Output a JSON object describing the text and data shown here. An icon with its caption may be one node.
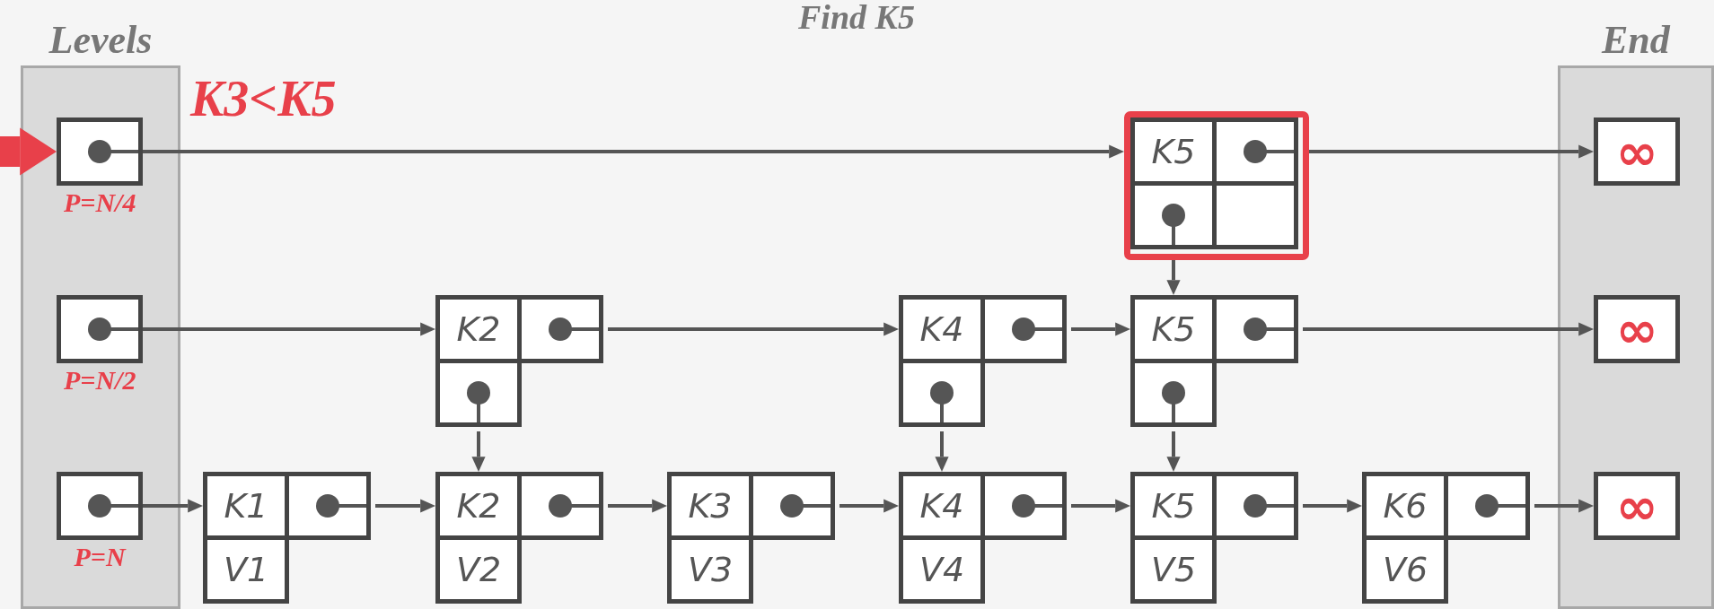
{
  "diagram": {
    "title": "Find K5",
    "nodes": [
      {
        "text": [
          "Levels"
        ]
      },
      {
        "text": [],
        "shape": "box",
        "in": 0,
        "beside": [
          "P=N/4"
        ]
      },
      {
        "text": [],
        "shape": "box",
        "in": 0,
        "beside": [
          "P=N/2"
        ]
      },
      {
        "text": [],
        "shape": "box",
        "in": 0,
        "beside": [
          "P=N"
        ]
      },
      {
        "text": [
          "K5"
        ]
      },
      {
        "text": [
          "K2"
        ]
      },
      {
        "text": [
          "K4"
        ]
      },
      {
        "text": [
          "K5"
        ]
      },
      {
        "text": [
          "K1",
          "V1"
        ]
      },
      {
        "text": [
          "K2",
          "V2"
        ]
      },
      {
        "text": [
          "K3",
          "V3"
        ]
      },
      {
        "text": [
          "K4",
          "V4"
        ]
      },
      {
        "text": [
          "K5",
          "V5"
        ]
      },
      {
        "text": [
          "K6",
          "V6"
        ]
      },
      {
        "text": [
          "End"
        ]
      },
      {
        "text": [
          "∞"
        ],
        "in": 14
      },
      {
        "text": [
          "∞"
        ],
        "in": 14
      },
      {
        "text": [
          "∞"
        ],
        "in": 14
      }
    ],
    "edges": [
      {
        "from": null,
        "to": 1,
        "arrow": "to",
        "style": "thick",
        "color": "#e8404a"
      },
      {
        "from": 1,
        "to": 4,
        "arrow": "to"
      },
      {
        "from": 4,
        "to": 15,
        "arrow": "to"
      },
      {
        "from": 4,
        "to": 7,
        "arrow": "to"
      },
      {
        "from": 2,
        "to": 5,
        "arrow": "to"
      },
      {
        "from": 5,
        "to": 6,
        "arrow": "to"
      },
      {
        "from": 6,
        "to": 7,
        "arrow": "to"
      },
      {
        "from": 7,
        "to": 16,
        "arrow": "to"
      },
      {
        "from": 5,
        "to": 9,
        "arrow": "to"
      },
      {
        "from": 6,
        "to": 11,
        "arrow": "to"
      },
      {
        "from": 7,
        "to": 12,
        "arrow": "to"
      },
      {
        "from": 3,
        "to": 8,
        "arrow": "to"
      },
      {
        "from": 8,
        "to": 9,
        "arrow": "to"
      },
      {
        "from": 9,
        "to": 10,
        "arrow": "to"
      },
      {
        "from": 10,
        "to": 11,
        "arrow": "to"
      },
      {
        "from": 11,
        "to": 12,
        "arrow": "to"
      },
      {
        "from": 12,
        "to": 13,
        "arrow": "to"
      },
      {
        "from": 13,
        "to": 17,
        "arrow": "to"
      }
    ],
    "labels": [
      "K3<K5"
    ]
  }
}
